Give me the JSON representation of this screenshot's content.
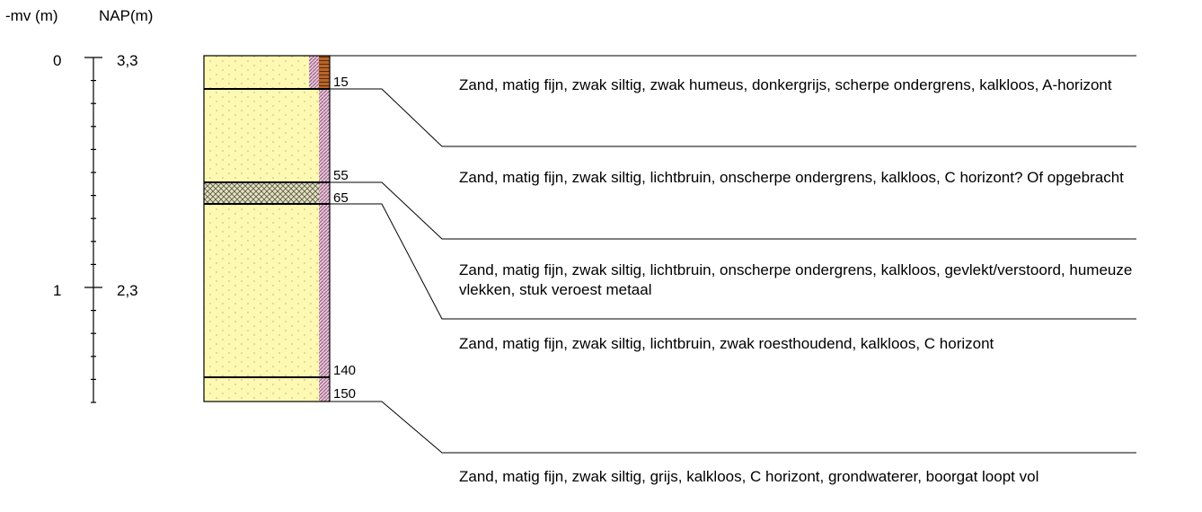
{
  "headers": {
    "mv": "-mv (m)",
    "nap": "NAP(m)"
  },
  "scale": [
    {
      "mv": "0",
      "nap": "3,3"
    },
    {
      "mv": "1",
      "nap": "2,3"
    }
  ],
  "depths": [
    "15",
    "55",
    "65",
    "140",
    "150"
  ],
  "layers": [
    {
      "from": 0,
      "to": 15,
      "lithology": "sand",
      "fill": "#fdf9b2",
      "description": "Zand, matig fijn, zwak siltig, zwak humeus, donkergrijs, scherpe ondergrens, kalkloos, A-horizont"
    },
    {
      "from": 15,
      "to": 55,
      "lithology": "sand",
      "fill": "#fdf9b2",
      "description": "Zand, matig fijn, zwak siltig, lichtbruin, onscherpe ondergrens, kalkloos, C horizont? Of opgebracht"
    },
    {
      "from": 55,
      "to": 65,
      "lithology": "disturbed",
      "fill": "#dcd9a0",
      "description": "Zand, matig fijn, zwak siltig, lichtbruin, onscherpe ondergrens, kalkloos, gevlekt/verstoord, humeuze vlekken, stuk veroest metaal"
    },
    {
      "from": 65,
      "to": 140,
      "lithology": "sand",
      "fill": "#fdf9b2",
      "description": "Zand, matig fijn, zwak siltig, lichtbruin, zwak roesthoudend, kalkloos, C horizont"
    },
    {
      "from": 140,
      "to": 150,
      "lithology": "sand",
      "fill": "#fdf9b2",
      "description": "Zand, matig fijn, zwak siltig, grijs, kalkloos, C horizont, grondwaterer, boorgat loopt vol"
    }
  ],
  "colors": {
    "sand": "#fdf9b2",
    "sand_dots": "#c8c490",
    "side_strip": "#e3b3d0",
    "top_strip": "#b9652a"
  }
}
